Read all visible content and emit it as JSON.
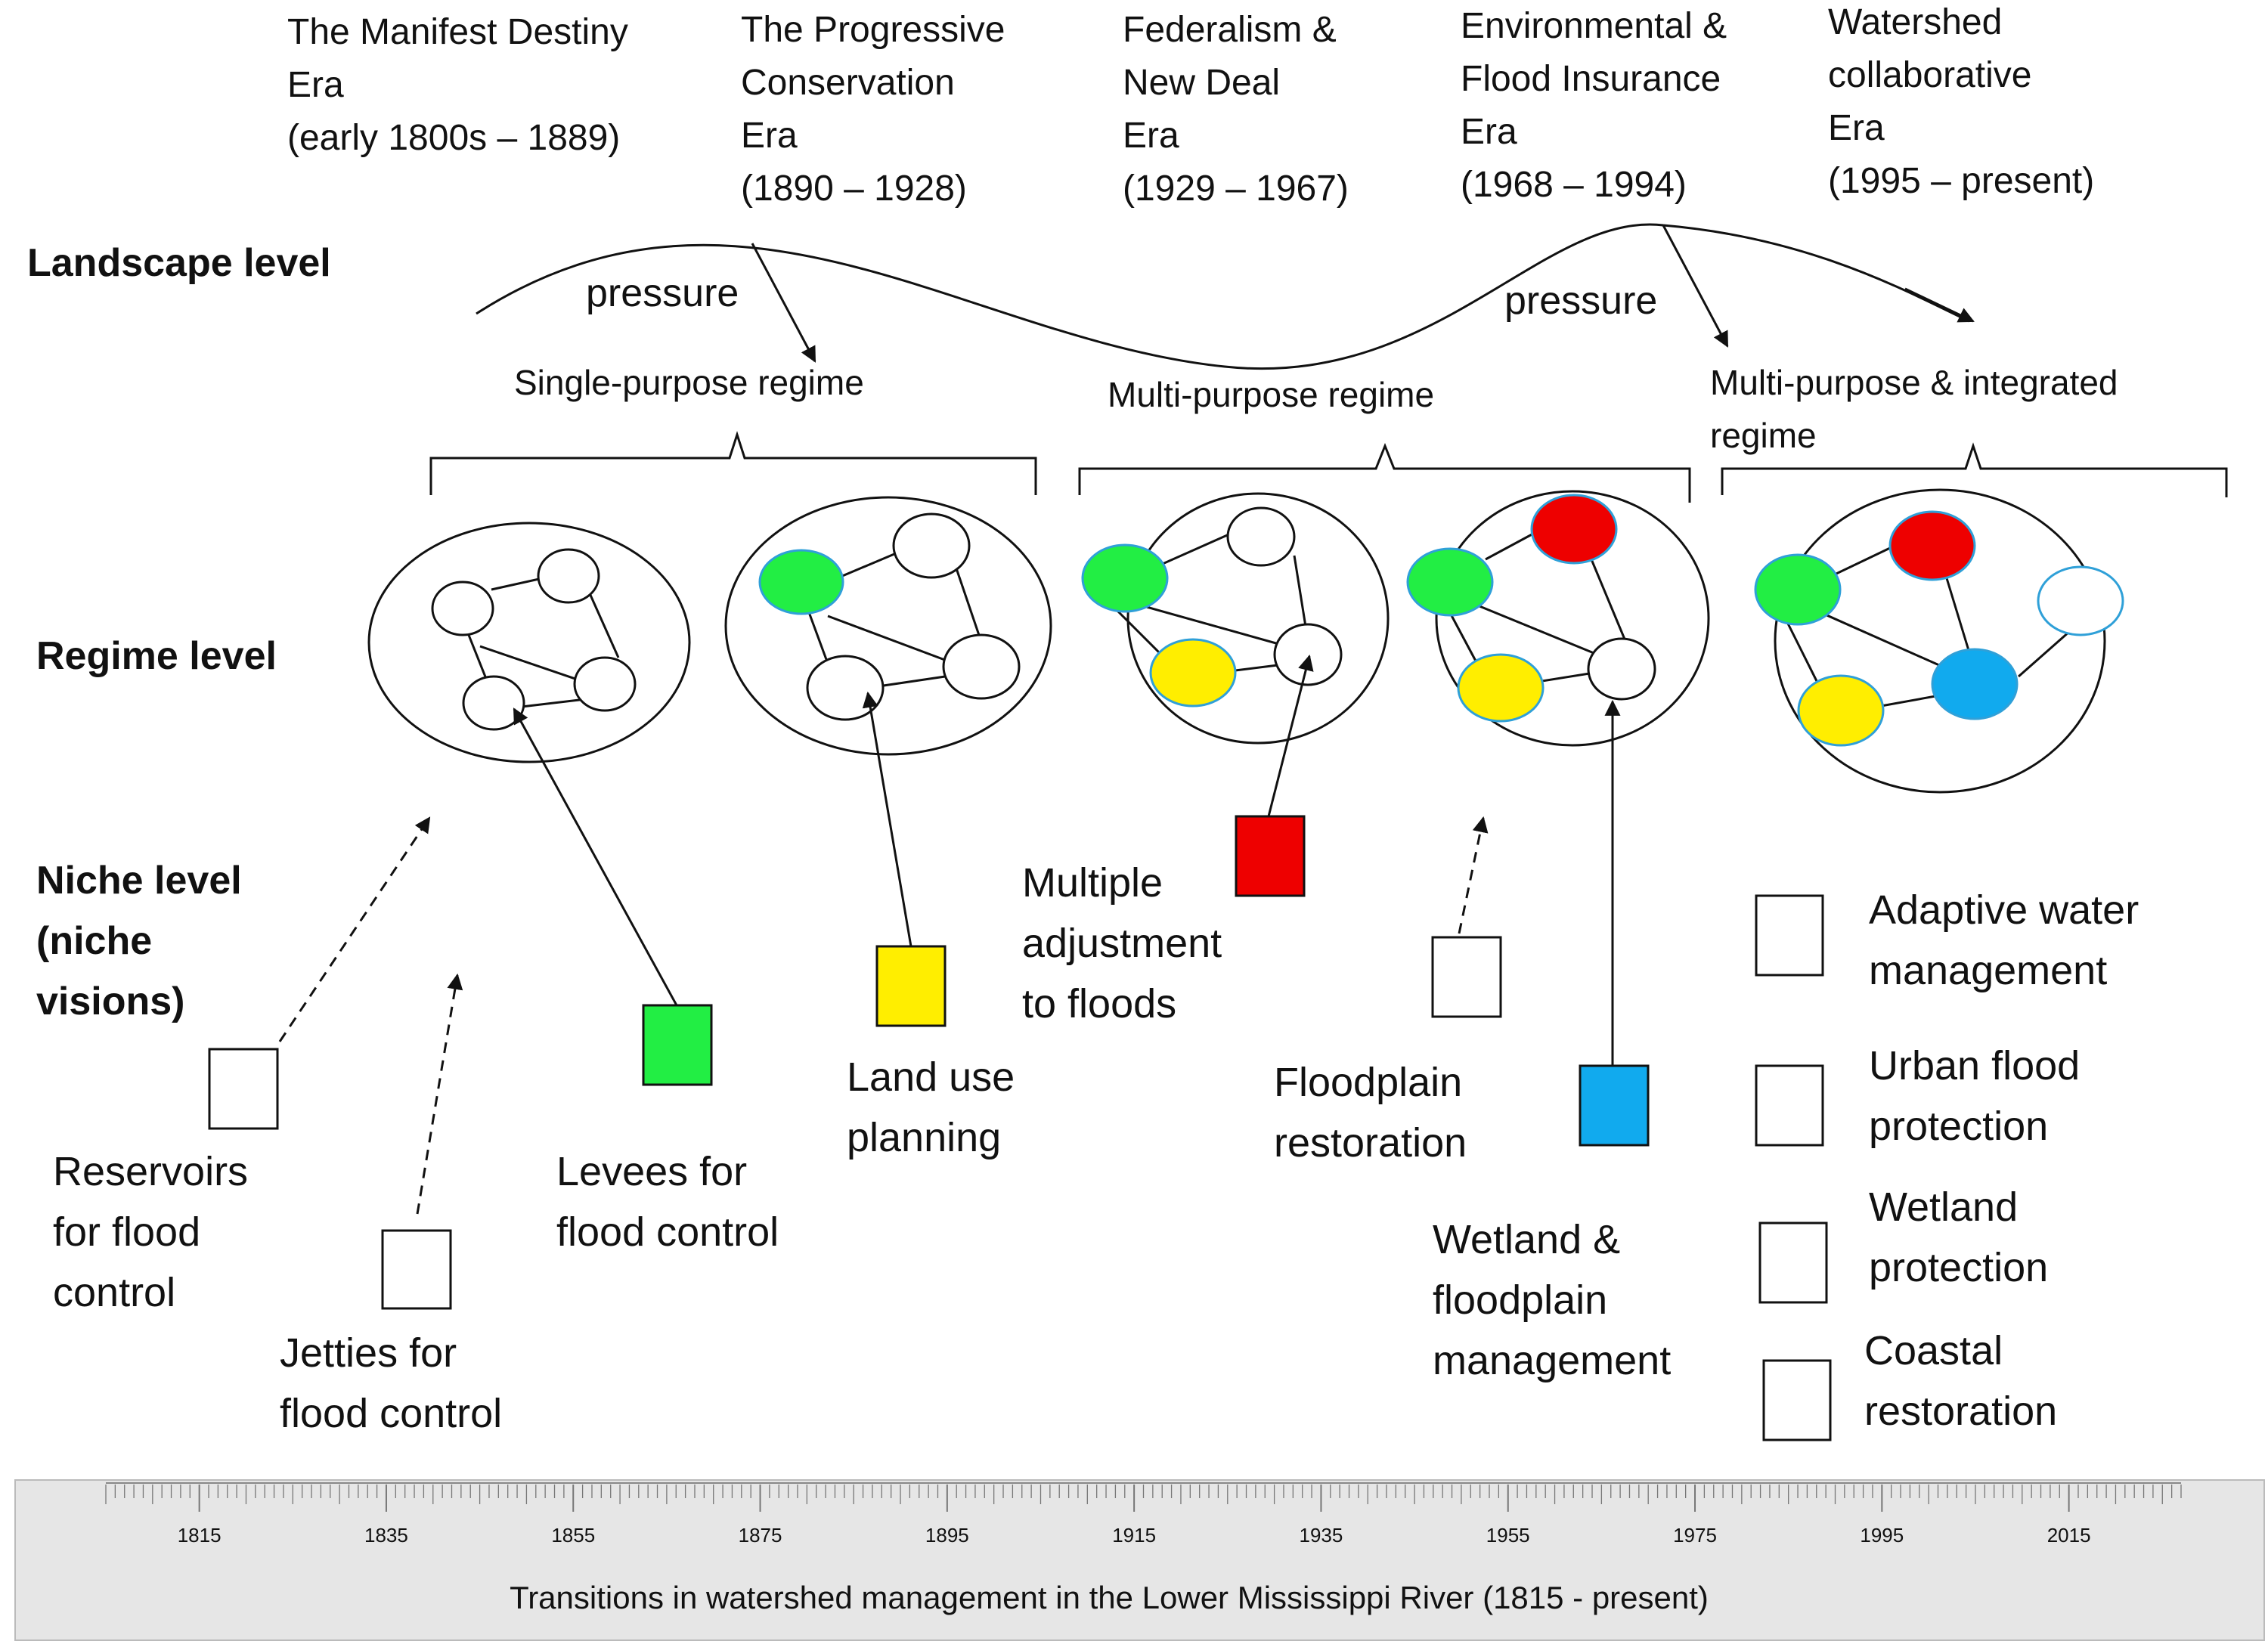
{
  "eras": [
    {
      "lines": [
        "The Manifest Destiny",
        "Era",
        "(early 1800s – 1889)"
      ]
    },
    {
      "lines": [
        "The Progressive",
        " Conservation",
        "Era",
        "(1890 – 1928)"
      ]
    },
    {
      "lines": [
        "Federalism &",
        "New Deal",
        "Era",
        "(1929 – 1967)"
      ]
    },
    {
      "lines": [
        "Environmental &",
        "Flood Insurance",
        "Era",
        "(1968 – 1994)"
      ]
    },
    {
      "lines": [
        "Watershed",
        "collaborative",
        "Era",
        "(1995 – present)"
      ]
    }
  ],
  "levels": {
    "landscape": "Landscape level",
    "regime": "Regime level",
    "niche": [
      "Niche level",
      "(niche",
      "visions)"
    ]
  },
  "pressure_labels": [
    "pressure",
    "pressure"
  ],
  "regimes": [
    {
      "lines": [
        "Single-purpose  regime"
      ]
    },
    {
      "lines": [
        "Multi-purpose  regime"
      ]
    },
    {
      "lines": [
        "Multi-purpose  & integrated",
        "regime"
      ]
    }
  ],
  "niches": [
    {
      "id": "reservoirs",
      "lines": [
        "Reservoirs",
        " for flood",
        "control"
      ],
      "color": "#ffffff"
    },
    {
      "id": "jetties",
      "lines": [
        "Jetties for",
        "flood control"
      ],
      "color": "#ffffff"
    },
    {
      "id": "levees",
      "lines": [
        "Levees for",
        "flood control"
      ],
      "color": "#22ee44"
    },
    {
      "id": "land-use",
      "lines": [
        "Land use",
        "planning"
      ],
      "color": "#ffee00"
    },
    {
      "id": "multiple-adjustment",
      "lines": [
        "Multiple",
        "adjustment",
        "to floods"
      ],
      "color": "#ee0000"
    },
    {
      "id": "floodplain-restoration",
      "lines": [
        "Floodplain",
        "restoration"
      ],
      "color": "#ffffff"
    },
    {
      "id": "wetland-floodplain",
      "lines": [
        "Wetland &",
        "floodplain",
        "management"
      ],
      "color": "#11aaee"
    },
    {
      "id": "adaptive-water",
      "lines": [
        "Adaptive water",
        "management"
      ],
      "color": "#ffffff"
    },
    {
      "id": "urban-flood",
      "lines": [
        "Urban flood",
        "protection"
      ],
      "color": "#ffffff"
    },
    {
      "id": "wetland-protection",
      "lines": [
        "Wetland",
        "protection"
      ],
      "color": "#ffffff"
    },
    {
      "id": "coastal",
      "lines": [
        "Coastal",
        "restoration"
      ],
      "color": "#ffffff"
    }
  ],
  "timeline": {
    "min": 1805,
    "max": 2027,
    "major_ticks": [
      1815,
      1835,
      1855,
      1875,
      1895,
      1915,
      1935,
      1955,
      1975,
      1995,
      2015
    ],
    "title": "Transitions in watershed management in the Lower Mississippi River (1815 - present)"
  },
  "colors": {
    "green": "#22ee44",
    "yellow": "#ffee00",
    "red": "#ee0000",
    "blue": "#11aaee",
    "timeline_bg": "#e6e6e6"
  }
}
